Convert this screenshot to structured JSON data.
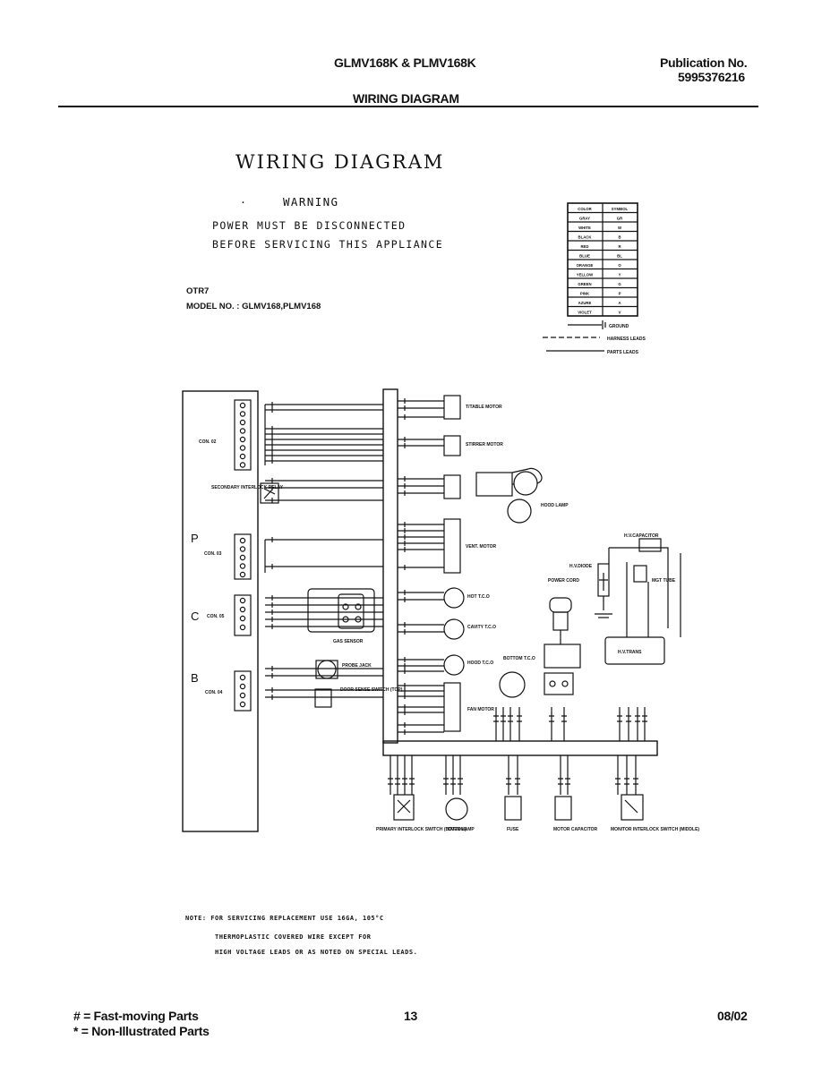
{
  "header": {
    "model": "GLMV168K & PLMV168K",
    "publication_label": "Publication No.",
    "publication_number": "5995376216",
    "section": "WIRING DIAGRAM"
  },
  "diagram": {
    "title": "WIRING DIAGRAM",
    "warning_title": "WARNING",
    "warning_line1": "POWER MUST BE DISCONNECTED",
    "warning_line2": "BEFORE SERVICING THIS APPLIANCE",
    "otr": "OTR7",
    "model_line": "MODEL NO. : GLMV168,PLMV168",
    "color_table": {
      "headers": [
        "COLOR",
        "SYMBOL"
      ],
      "rows": [
        [
          "GRAY",
          "GR"
        ],
        [
          "WHITE",
          "W"
        ],
        [
          "BLACK",
          "B"
        ],
        [
          "RED",
          "R"
        ],
        [
          "BLUE",
          "BL"
        ],
        [
          "ORANGE",
          "O"
        ],
        [
          "YELLOW",
          "Y"
        ],
        [
          "GREEN",
          "G"
        ],
        [
          "PINK",
          "P"
        ],
        [
          "AZURE",
          "A"
        ],
        [
          "VIOLET",
          "V"
        ]
      ]
    },
    "legend": {
      "ground": "GROUND",
      "harness": "HARNESS LEADS",
      "parts": "PARTS LEADS"
    },
    "board_letters": [
      "P",
      "C",
      "B"
    ],
    "connectors": [
      "CON. 02",
      "CON. 03",
      "CON. 05",
      "CON. 04"
    ],
    "components": {
      "ttable_motor": "T/TABLE MOTOR",
      "stirrer_motor": "STIRRER MOTOR",
      "hood_lamp": "HOOD LAMP",
      "vent_motor": "VENT. MOTOR",
      "secondary_interlock_relay": "SECONDARY INTERLOCK RELAY",
      "hot_tco": "HOT T.C.O",
      "cavity_tco": "CAVITY T.C.O",
      "hood_tco": "HOOD T.C.O",
      "fan_motor": "FAN MOTOR",
      "gas_sensor": "GAS SENSOR",
      "probe_jack": "PROBE JACK",
      "door_sense_switch": "DOOR SENSE SWITCH (TOP)",
      "power_cord": "POWER CORD",
      "bottom_tco": "BOTTOM T.C.O",
      "hv_capacitor": "H.V.CAPACITOR",
      "hv_diode": "H.V.DIODE",
      "hv_trans": "H.V.TRANS",
      "mgt_tube": "MGT TUBE",
      "primary_interlock": "PRIMARY INTERLOCK SWITCH (BOTTOM)",
      "oven_lamp": "OVEN LAMP",
      "fuse": "FUSE",
      "motor_capacitor": "MOTOR CAPACITOR",
      "monitor_interlock": "MONITOR INTERLOCK SWITCH (MIDDLE)"
    },
    "note_line1": "NOTE: FOR SERVICING REPLACEMENT USE 16GA, 105°C",
    "note_line2": "THERMOPLASTIC COVERED WIRE EXCEPT FOR",
    "note_line3": "HIGH VOLTAGE LEADS OR AS NOTED ON SPECIAL LEADS."
  },
  "footer": {
    "fast_moving": "# = Fast-moving Parts",
    "non_illustrated": "* = Non-Illustrated Parts",
    "page": "13",
    "date": "08/02"
  }
}
